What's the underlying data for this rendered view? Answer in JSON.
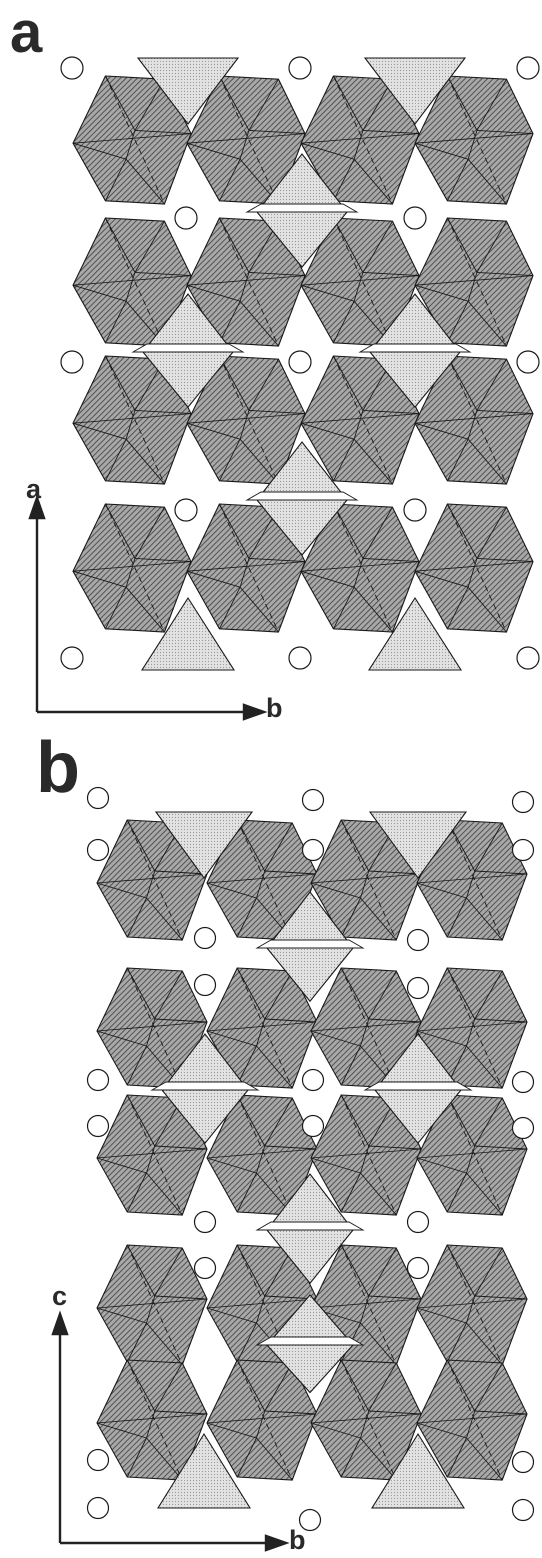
{
  "panels": [
    {
      "label": "a",
      "vertical_axis": "a",
      "horizontal_axis": "b"
    },
    {
      "label": "b",
      "vertical_axis": "c",
      "horizontal_axis": "b"
    }
  ],
  "colors": {
    "octahedron_fill": "#8c8c8c",
    "tetrahedron_fill": "#d9d9d9",
    "stroke": "#1a1a1a",
    "background": "#ffffff"
  },
  "icons": {
    "octahedron": "octahedron-icon",
    "tetrahedron": "tetrahedron-icon",
    "cation": "circle-icon",
    "arrow": "arrow-icon"
  }
}
